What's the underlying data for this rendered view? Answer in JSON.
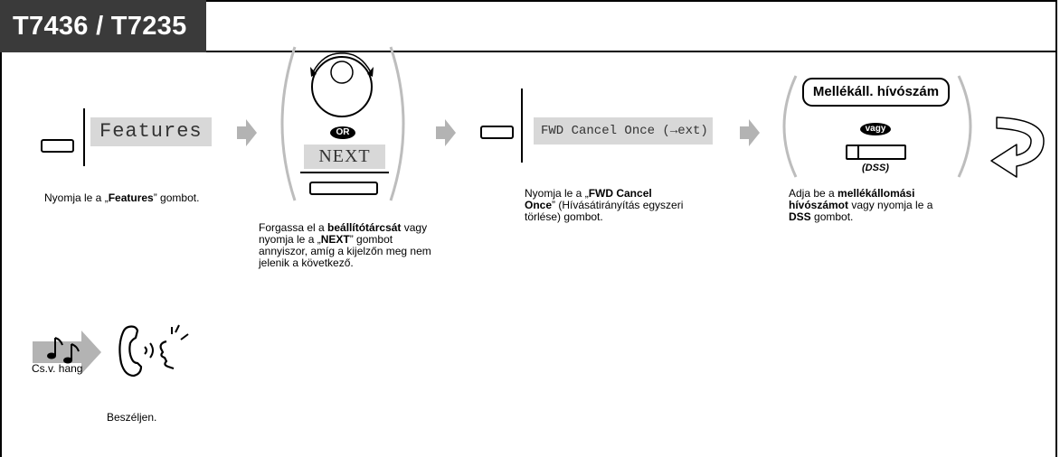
{
  "header": {
    "title": "T7436 / T7235"
  },
  "steps": {
    "step1": {
      "display": "Features",
      "caption_pre": "Nyomja le a „",
      "caption_bold": "Features",
      "caption_post": "” gombot."
    },
    "step2": {
      "or_badge": "OR",
      "display": "NEXT",
      "caption_l1_pre": "Forgassa el a ",
      "caption_l1_bold": "beállítótárcsát",
      "caption_l1_post": " vagy",
      "caption_l2_pre": "nyomja le a „",
      "caption_l2_bold": "NEXT",
      "caption_l2_post": "” gombot",
      "caption_l3": "annyiszor, amíg a kijelzőn meg nem",
      "caption_l4": "jelenik a következő."
    },
    "step3": {
      "display": "FWD Cancel Once (→ext)",
      "caption_l1_pre": "Nyomja le a „",
      "caption_l1_bold": "FWD Cancel",
      "caption_l2_bold": "Once",
      "caption_l2_post": "” (Hívásátirányítás egyszeri",
      "caption_l3": "törlése) gombot."
    },
    "step4": {
      "ext_label": "Mellékáll. hívószám",
      "or_badge": "vagy",
      "dss_label": "(DSS)",
      "caption_l1_pre": "Adja be a ",
      "caption_l1_bold": "mellékállomási",
      "caption_l2_bold": "hívószámot",
      "caption_l2_post": " vagy nyomja le a",
      "caption_l3_bold": "DSS",
      "caption_l3_post": " gombot."
    },
    "step5": {
      "tone_label": "Cs.v. hang",
      "caption": "Beszéljen."
    }
  },
  "icons": [
    "button-icon",
    "jog-dial-icon",
    "arrow-right-icon",
    "return-arrow-icon",
    "music-note-icon",
    "handset-talk-icon"
  ],
  "colors": {
    "title_bg": "#3a3a3a",
    "lcd_bg": "#d8d8d8",
    "arrow": "#b3b3b3"
  }
}
